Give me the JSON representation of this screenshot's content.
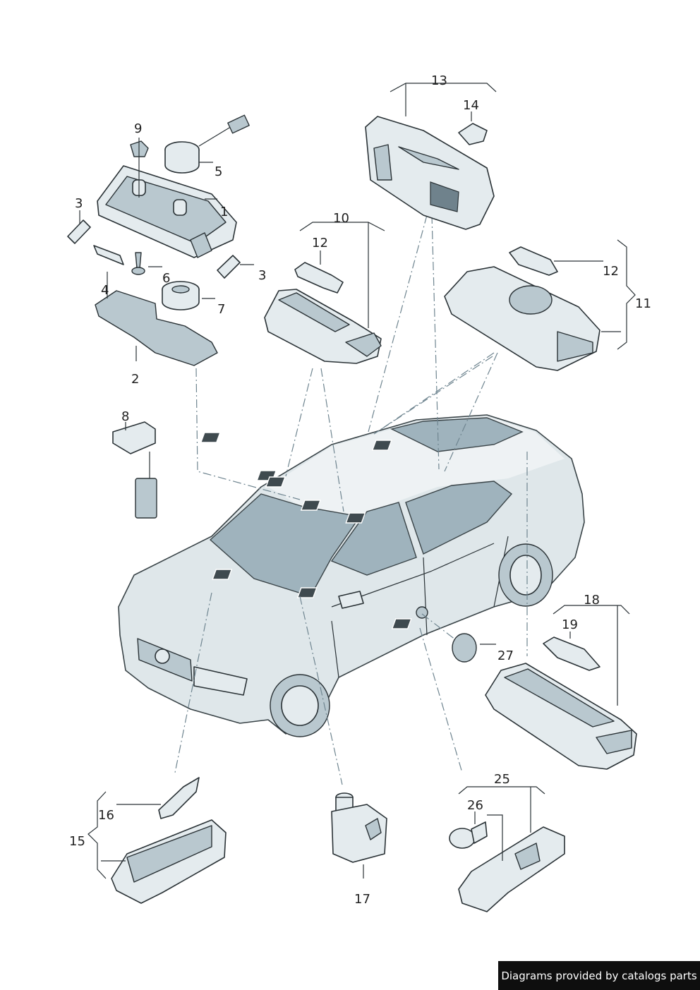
{
  "labels": {
    "l1": "1",
    "l2": "2",
    "l3a": "3",
    "l3b": "3",
    "l4": "4",
    "l5": "5",
    "l6": "6",
    "l7": "7",
    "l8": "8",
    "l9": "9",
    "l10": "10",
    "l11": "11",
    "l12a": "12",
    "l12b": "12",
    "l13": "13",
    "l14": "14",
    "l15": "15",
    "l16": "16",
    "l17": "17",
    "l18": "18",
    "l19": "19",
    "l25": "25",
    "l26": "26",
    "l27": "27"
  },
  "credit": "Diagrams provided by catalogs parts",
  "colors": {
    "part_fill": "#e4ebee",
    "glass": "#9fb3bd",
    "outline": "#2a3236",
    "credit_bg": "#0e0e0e"
  }
}
